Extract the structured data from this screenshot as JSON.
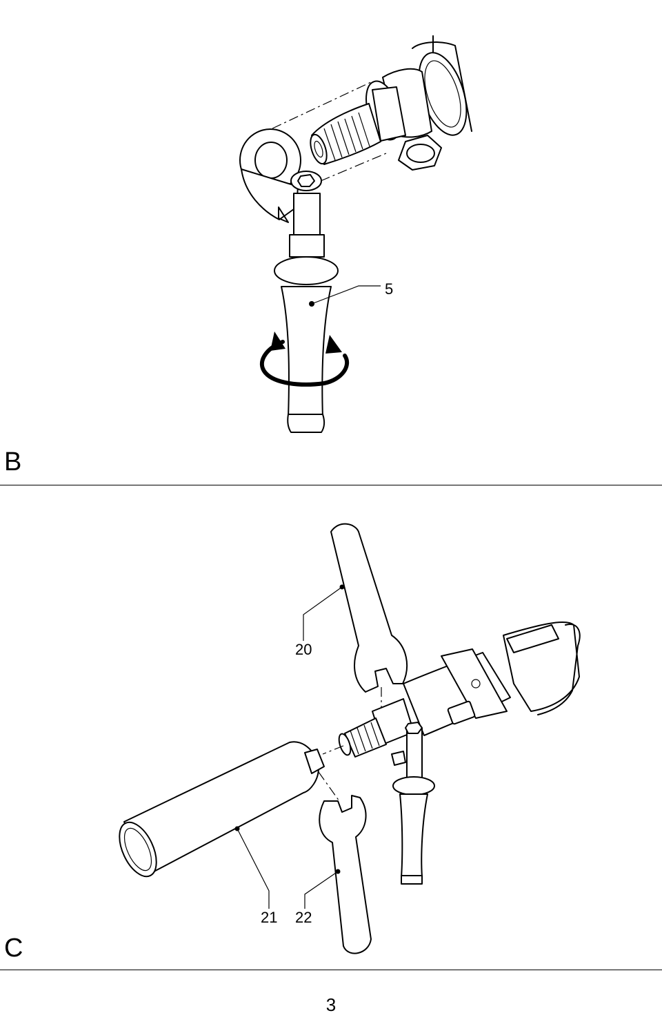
{
  "figure_b": {
    "label": "B",
    "callouts": [
      {
        "number": "5"
      }
    ],
    "icons": [
      "side-handle",
      "rotation-arrow-icon",
      "drill-spindle"
    ]
  },
  "figure_c": {
    "label": "C",
    "callouts": [
      {
        "number": "20"
      },
      {
        "number": "21"
      },
      {
        "number": "22"
      }
    ],
    "icons": [
      "open-end-wrench",
      "core-bit",
      "core-drill-motor",
      "side-handle"
    ]
  },
  "page": {
    "number": "3"
  }
}
